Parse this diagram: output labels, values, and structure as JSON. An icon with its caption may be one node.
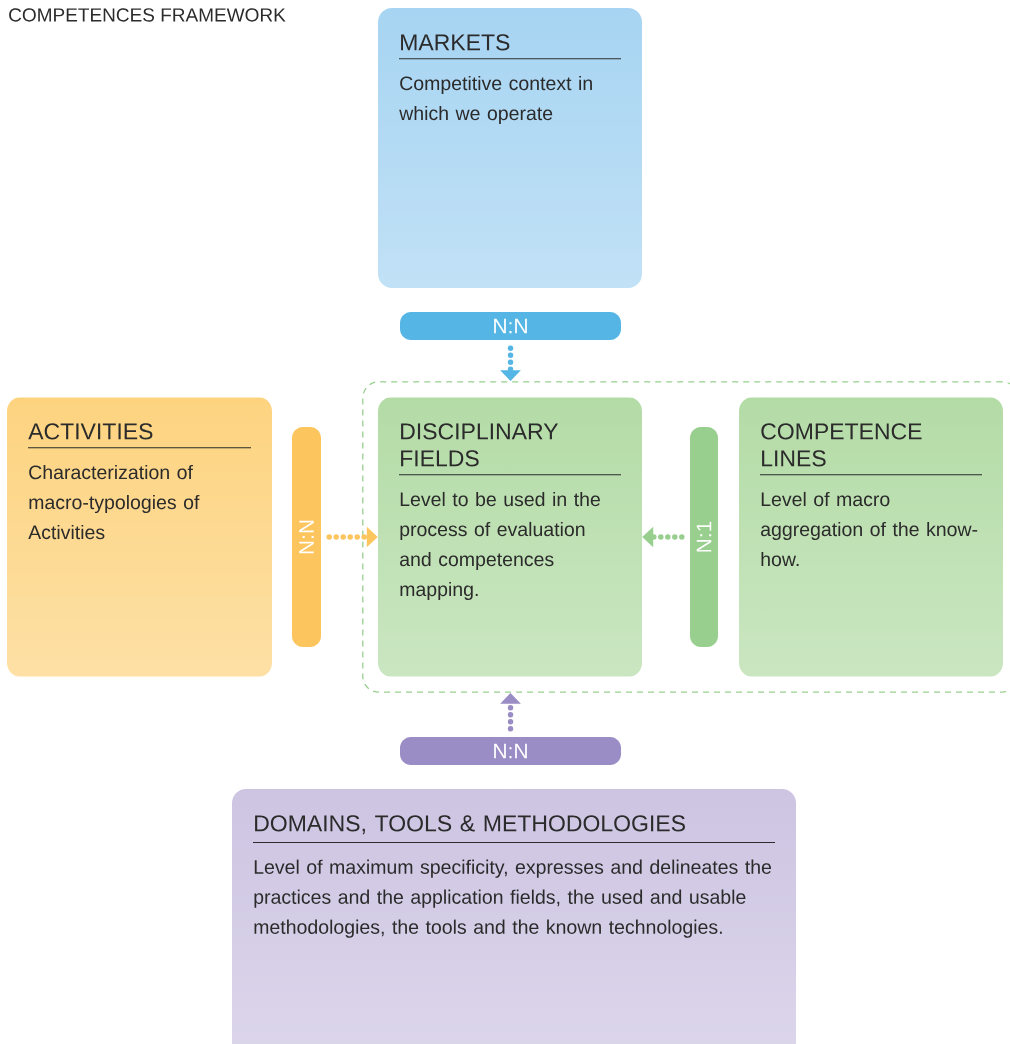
{
  "diagram": {
    "title": "COMPETENCES FRAMEWORK",
    "nodes": [
      {
        "text": [
          "MARKETS",
          "Competitive context in which we operate"
        ]
      },
      {
        "text": [
          "N:N"
        ]
      },
      {
        "text": [
          "ACTIVITIES",
          "Characterization of macro-typologies of Activities"
        ]
      },
      {
        "text": [
          "N:N"
        ]
      },
      {
        "text": [],
        "shape": "box"
      },
      {
        "text": [
          "DISCIPLINARY FIELDS",
          "Level to be used in the process of evaluation and competences mapping."
        ],
        "in": 4
      },
      {
        "text": [
          "N:1"
        ],
        "in": 4
      },
      {
        "text": [
          "COMPETENCE LINES",
          "Level of macro aggregation of the know-how."
        ],
        "in": 4
      },
      {
        "text": [
          "N:N"
        ]
      },
      {
        "text": [
          "DOMAINS, TOOLS & METHODOLOGIES",
          "Level of maximum specificity, expresses and delineates the practices and the application fields, the used and usable methodologies, the tools and the known technologies."
        ]
      }
    ],
    "edges": [
      {
        "from": 1,
        "to": 4,
        "arrow": "to",
        "color": "#55b6e6"
      },
      {
        "from": 3,
        "to": 5,
        "arrow": "to",
        "color": "#fcc55e"
      },
      {
        "from": 6,
        "to": 5,
        "arrow": "to",
        "color": "#98cf8e"
      },
      {
        "from": 8,
        "to": 4,
        "arrow": "to",
        "color": "#9a8cc4"
      }
    ]
  }
}
